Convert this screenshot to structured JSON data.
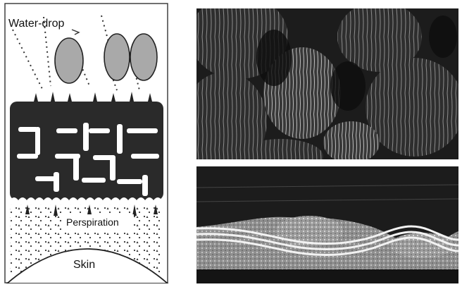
{
  "figure": {
    "schematic": {
      "labels": {
        "water_drop": "Water-drop",
        "perspiration": "Perspiration",
        "skin": "Skin"
      }
    },
    "micrographs": {
      "top": {
        "description_tag": ""
      },
      "bottom": {
        "description_tag": ""
      }
    },
    "colors": {
      "ink": "#111111",
      "drop_fill": "#a9a9a9",
      "fabric": "#2a2a2a",
      "photo_dark": "#1c1c1c"
    }
  }
}
